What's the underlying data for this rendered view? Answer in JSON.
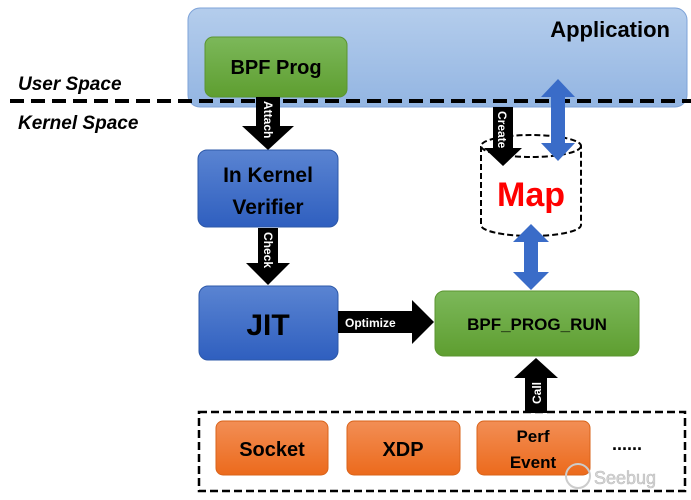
{
  "labels": {
    "application": "Application",
    "bpf_prog": "BPF Prog",
    "user_space": "User Space",
    "kernel_space": "Kernel Space",
    "verifier_line1": "In Kernel",
    "verifier_line2": "Verifier",
    "jit": "JIT",
    "map": "Map",
    "bpf_prog_run": "BPF_PROG_RUN",
    "socket": "Socket",
    "xdp": "XDP",
    "perf_line1": "Perf",
    "perf_line2": "Event",
    "more": "......",
    "watermark": "Seebug"
  },
  "arrows": {
    "attach": "Attach",
    "check": "Check",
    "create": "Create",
    "optimize": "Optimize",
    "call": "Call"
  },
  "colors": {
    "application": "#a3c0e6",
    "green": "#6aaa3c",
    "blue": "#3a6cc8",
    "orange": "#f0782a",
    "map_text": "#ff0000"
  }
}
